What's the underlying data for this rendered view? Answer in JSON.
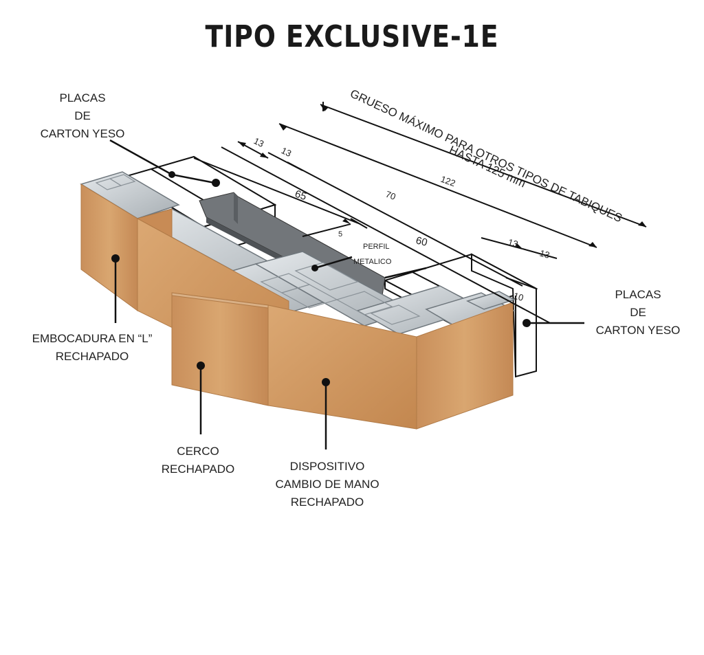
{
  "title": "TIPO EXCLUSIVE-1E",
  "labels": {
    "placas_left": [
      "PLACAS",
      "DE",
      "CARTON YESO"
    ],
    "placas_right": [
      "PLACAS",
      "DE",
      "CARTON YESO"
    ],
    "embocadura": [
      "EMBOCADURA EN “L”",
      "RECHAPADO"
    ],
    "cerco": [
      "CERCO",
      "RECHAPADO"
    ],
    "dispositivo": [
      "DISPOSITIVO",
      "CAMBIO DE MANO",
      "RECHAPADO"
    ],
    "perfil": [
      "PERFIL",
      "METALICO"
    ],
    "grueso": [
      "GRUESO MÁXIMO PARA OTROS TIPOS DE TABIQUES",
      "HASTA 125 mm"
    ]
  },
  "dimensions": {
    "d13a": "13",
    "d13b": "13",
    "d65": "65",
    "d70": "70",
    "d122": "122",
    "d5": "5",
    "d60": "60",
    "d13c": "13",
    "d13d": "13",
    "d10": "10"
  },
  "colors": {
    "wood": "#d29a66",
    "wood_dark": "#b97e4b",
    "aluminium": "#c9ced2",
    "aluminium_dark": "#8e969c",
    "steel": "#6b6f73",
    "line": "#111111"
  }
}
